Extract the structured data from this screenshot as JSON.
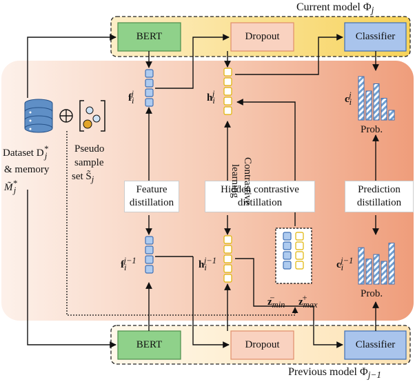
{
  "models": {
    "current": "Current model Φ",
    "current_sub": "j",
    "previous": "Previous model Φ",
    "previous_sub": "j−1"
  },
  "modules": {
    "bert": "BERT",
    "dropout": "Dropout",
    "classifier": "Classifier"
  },
  "dataset": {
    "line1": "Dataset D",
    "line2": "& memory",
    "line3": "M̃"
  },
  "pseudo": {
    "line1": "Pseudo",
    "line2": "sample",
    "line3": "set S̃"
  },
  "distillation": {
    "feature": [
      "Feature",
      "distillation"
    ],
    "hidden": [
      "Hidden contrastive",
      "distillation"
    ],
    "prediction": [
      "Prediction",
      "distillation"
    ]
  },
  "contrastive": [
    "Contrastive",
    "learning"
  ],
  "prob": "Prob.",
  "vectors": {
    "f_cur": "f",
    "f_prev": "f",
    "h_cur": "h",
    "h_prev": "h",
    "c_cur": "c",
    "c_prev": "c",
    "z_min": "z",
    "z_max": "z",
    "sub_i": "i",
    "sup_j": "j",
    "sup_jm1": "j−1",
    "sub_min": "min",
    "sup_minus": "−",
    "sub_max": "max",
    "sup_plus": "+",
    "star": "*"
  },
  "colors": {
    "bert": "#8fd18a",
    "dropout": "#f9d2c0",
    "classifier": "#a9c4ec",
    "band_top": "#f9d97a",
    "band_bottom": "#fde9c4",
    "bg_panel": "#f3b99e",
    "node_blue": "#aecbef",
    "node_yellow": "#f7d850"
  },
  "chart_data": [
    {
      "type": "bar",
      "name": "current prediction",
      "values": [
        0.9,
        0.6,
        0.75,
        0.45,
        0.2
      ]
    },
    {
      "type": "bar",
      "name": "previous prediction",
      "values": [
        0.8,
        0.55,
        0.65,
        0.5,
        0.9
      ]
    }
  ]
}
